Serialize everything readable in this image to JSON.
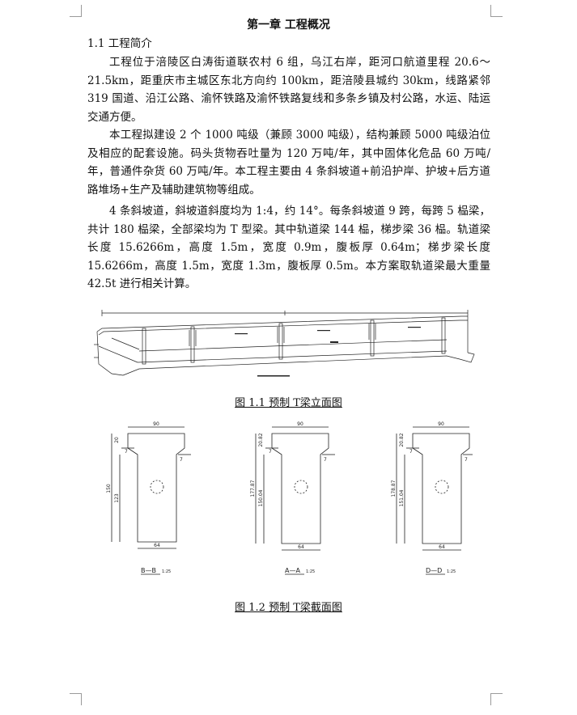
{
  "document": {
    "chapter_title": "第一章 工程概况",
    "section_heading": "1.1 工程简介",
    "paragraphs": [
      "工程位于涪陵区白涛街道联农村 6 组，乌江右岸，距河口航道里程 20.6～21.5km，距重庆市主城区东北方向约 100km，距涪陵县城约 30km，线路紧邻 319 国道、沿江公路、渝怀铁路及渝怀铁路复线和多条乡镇及村公路，水运、陆运交通方便。",
      "本工程拟建设 2 个 1000 吨级（兼顾 3000 吨级），结构兼顾 5000 吨级泊位及相应的配套设施。码头货物吞吐量为 120 万吨/年，其中固体化危品 60 万吨/年，普通件杂货 60 万吨/年。本工程主要由 4 条斜坡道+前沿护岸、护坡+后方道路堆场+生产及辅助建筑物等组成。",
      "4 条斜坡道，斜坡道斜度均为 1:4，约 14°。每条斜坡道 9 跨，每跨 5 榀梁，共计 180 榀梁，全部梁均为 T 型梁。其中轨道梁 144 榀，梯步梁 36 榀。轨道梁长度 15.6266m，高度 1.5m，宽度 0.9m，腹板厚 0.64m；梯步梁长度 15.6266m，高度 1.5m，宽度 1.3m，腹板厚 0.5m。本方案取轨道梁最大重量 42.5t 进行相关计算。"
    ]
  },
  "figure1": {
    "caption": "图 1.1 预制 T梁立面图"
  },
  "figure2": {
    "caption": "图 1.2 预制 T梁截面图",
    "sections": [
      {
        "label": "B—B",
        "scale": "1:25",
        "top_width": "90",
        "web_width": "64",
        "total_height": "150",
        "web_height": "123",
        "flange_dims": [
          "7",
          "20"
        ]
      },
      {
        "label": "A—A",
        "scale": "1:25",
        "top_width": "90",
        "web_width": "64",
        "total_height": "177.87",
        "web_height": "150.04",
        "flange_dims": [
          "7",
          "20.82"
        ]
      },
      {
        "label": "D—D",
        "scale": "1:25",
        "top_width": "90",
        "web_width": "64",
        "total_height": "178.87",
        "web_height": "151.04",
        "flange_dims": [
          "7",
          "20.82"
        ]
      }
    ]
  }
}
